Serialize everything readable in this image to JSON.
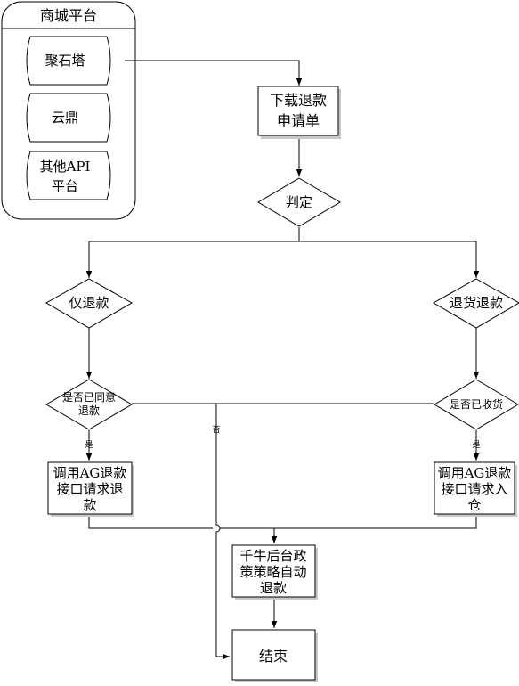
{
  "platform_group": {
    "title": "商城平台",
    "items": [
      {
        "lines": [
          "聚石塔"
        ]
      },
      {
        "lines": [
          "云鼎"
        ]
      },
      {
        "lines": [
          "其他API",
          "平台"
        ]
      }
    ]
  },
  "nodes": {
    "download": {
      "lines": [
        "下载退款",
        "申请单"
      ]
    },
    "judge": {
      "lines": [
        "判定"
      ]
    },
    "refund_only": {
      "lines": [
        "仅退款"
      ]
    },
    "return_refund": {
      "lines": [
        "退货退款"
      ]
    },
    "agreed": {
      "lines": [
        "是否已同意",
        "退款"
      ]
    },
    "received": {
      "lines": [
        "是否已收货"
      ]
    },
    "call_refund": {
      "lines": [
        "调用AG退款",
        "接口请求退",
        "款"
      ]
    },
    "call_warehouse": {
      "lines": [
        "调用AG退款",
        "接口请求入",
        "仓"
      ]
    },
    "auto_refund": {
      "lines": [
        "千牛后台政",
        "策策略自动",
        "退款"
      ]
    },
    "end": {
      "lines": [
        "结束"
      ]
    }
  },
  "edge_labels": {
    "yes_left": "是",
    "yes_right": "是",
    "no": "否"
  }
}
